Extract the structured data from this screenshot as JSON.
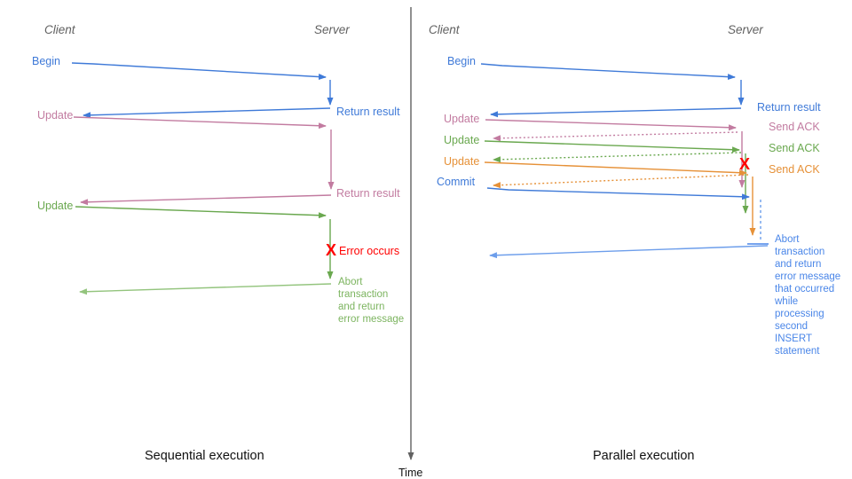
{
  "time_axis": {
    "label": "Time"
  },
  "colors": {
    "blue": "#3f7ad8",
    "light_blue": "#6d9eeb",
    "abort_text_blue": "#4a86e8",
    "pink": "#c27ba0",
    "green": "#6aa84f",
    "light_green": "#93c47d",
    "abort_text_green": "#7cb45f",
    "orange": "#e69138",
    "red": "#ff0000",
    "header_gray": "#616161",
    "title_black": "#111111"
  },
  "left_panel": {
    "title": "Sequential execution",
    "client_header": "Client",
    "server_header": "Server",
    "begin_label": "Begin",
    "return_result_1": "Return result",
    "update_1_label": "Update",
    "return_result_2": "Return result",
    "update_2_label": "Update",
    "error_mark": "X",
    "error_label": "Error occurs",
    "abort_lines": [
      "Abort",
      "transaction",
      "and return",
      "error message"
    ]
  },
  "right_panel": {
    "title": "Parallel execution",
    "client_header": "Client",
    "server_header": "Server",
    "begin_label": "Begin",
    "return_result": "Return result",
    "update_1_label": "Update",
    "ack_1": "Send ACK",
    "update_2_label": "Update",
    "ack_2": "Send ACK",
    "update_3_label": "Update",
    "ack_3": "Send ACK",
    "commit_label": "Commit",
    "error_mark": "X",
    "abort_lines": [
      "Abort",
      "transaction",
      "and return",
      "error message",
      "that occurred",
      "while",
      "processing",
      "second",
      "INSERT",
      "statement"
    ]
  }
}
